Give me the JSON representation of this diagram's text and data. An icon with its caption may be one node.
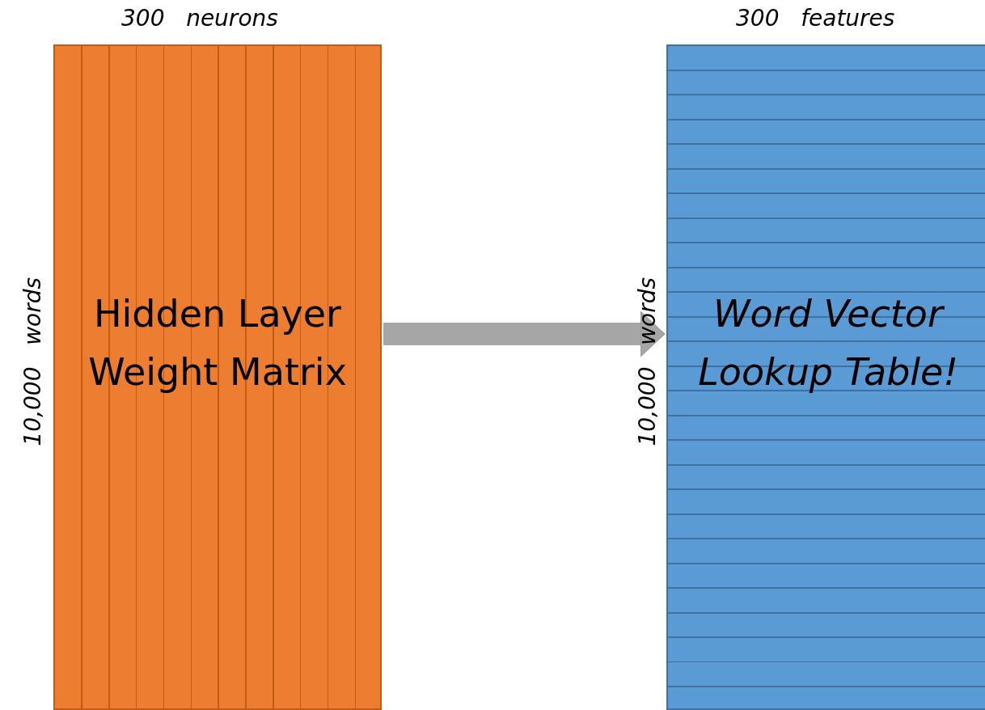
{
  "diagram": {
    "nodes": [
      {
        "text": [
          "Hidden Layer Weight Matrix"
        ],
        "beside": [
          "300 neurons",
          "10,000 words"
        ]
      },
      {
        "text": [
          "Word Vector Lookup Table!"
        ],
        "beside": [
          "300 features",
          "10,000 words"
        ]
      }
    ],
    "edges": [
      {
        "from": 0,
        "to": 1,
        "arrow": "to"
      }
    ]
  }
}
